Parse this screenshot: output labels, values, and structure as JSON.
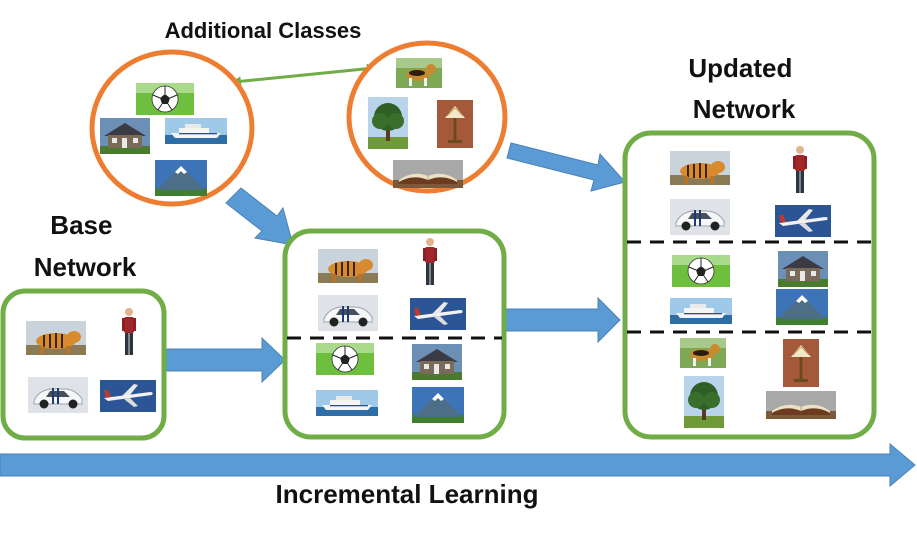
{
  "labels": {
    "additional_classes": "Additional Classes",
    "base_network_line1": "Base",
    "base_network_line2": "Network",
    "updated_network_line1": "Updated",
    "updated_network_line2": "Network",
    "incremental_learning": "Incremental Learning"
  },
  "colors": {
    "green_border": "#70ad47",
    "orange_border": "#ed7d31",
    "blue_arrow": "#5b9bd5",
    "dashed_divider": "#111111"
  },
  "thumbnails": {
    "base_classes": [
      "tiger",
      "person",
      "car",
      "airplane"
    ],
    "additional_classes_set_1": [
      "soccer-ball",
      "house",
      "ship",
      "mountain"
    ],
    "additional_classes_set_2": [
      "dog",
      "tree",
      "lamp",
      "book"
    ]
  }
}
